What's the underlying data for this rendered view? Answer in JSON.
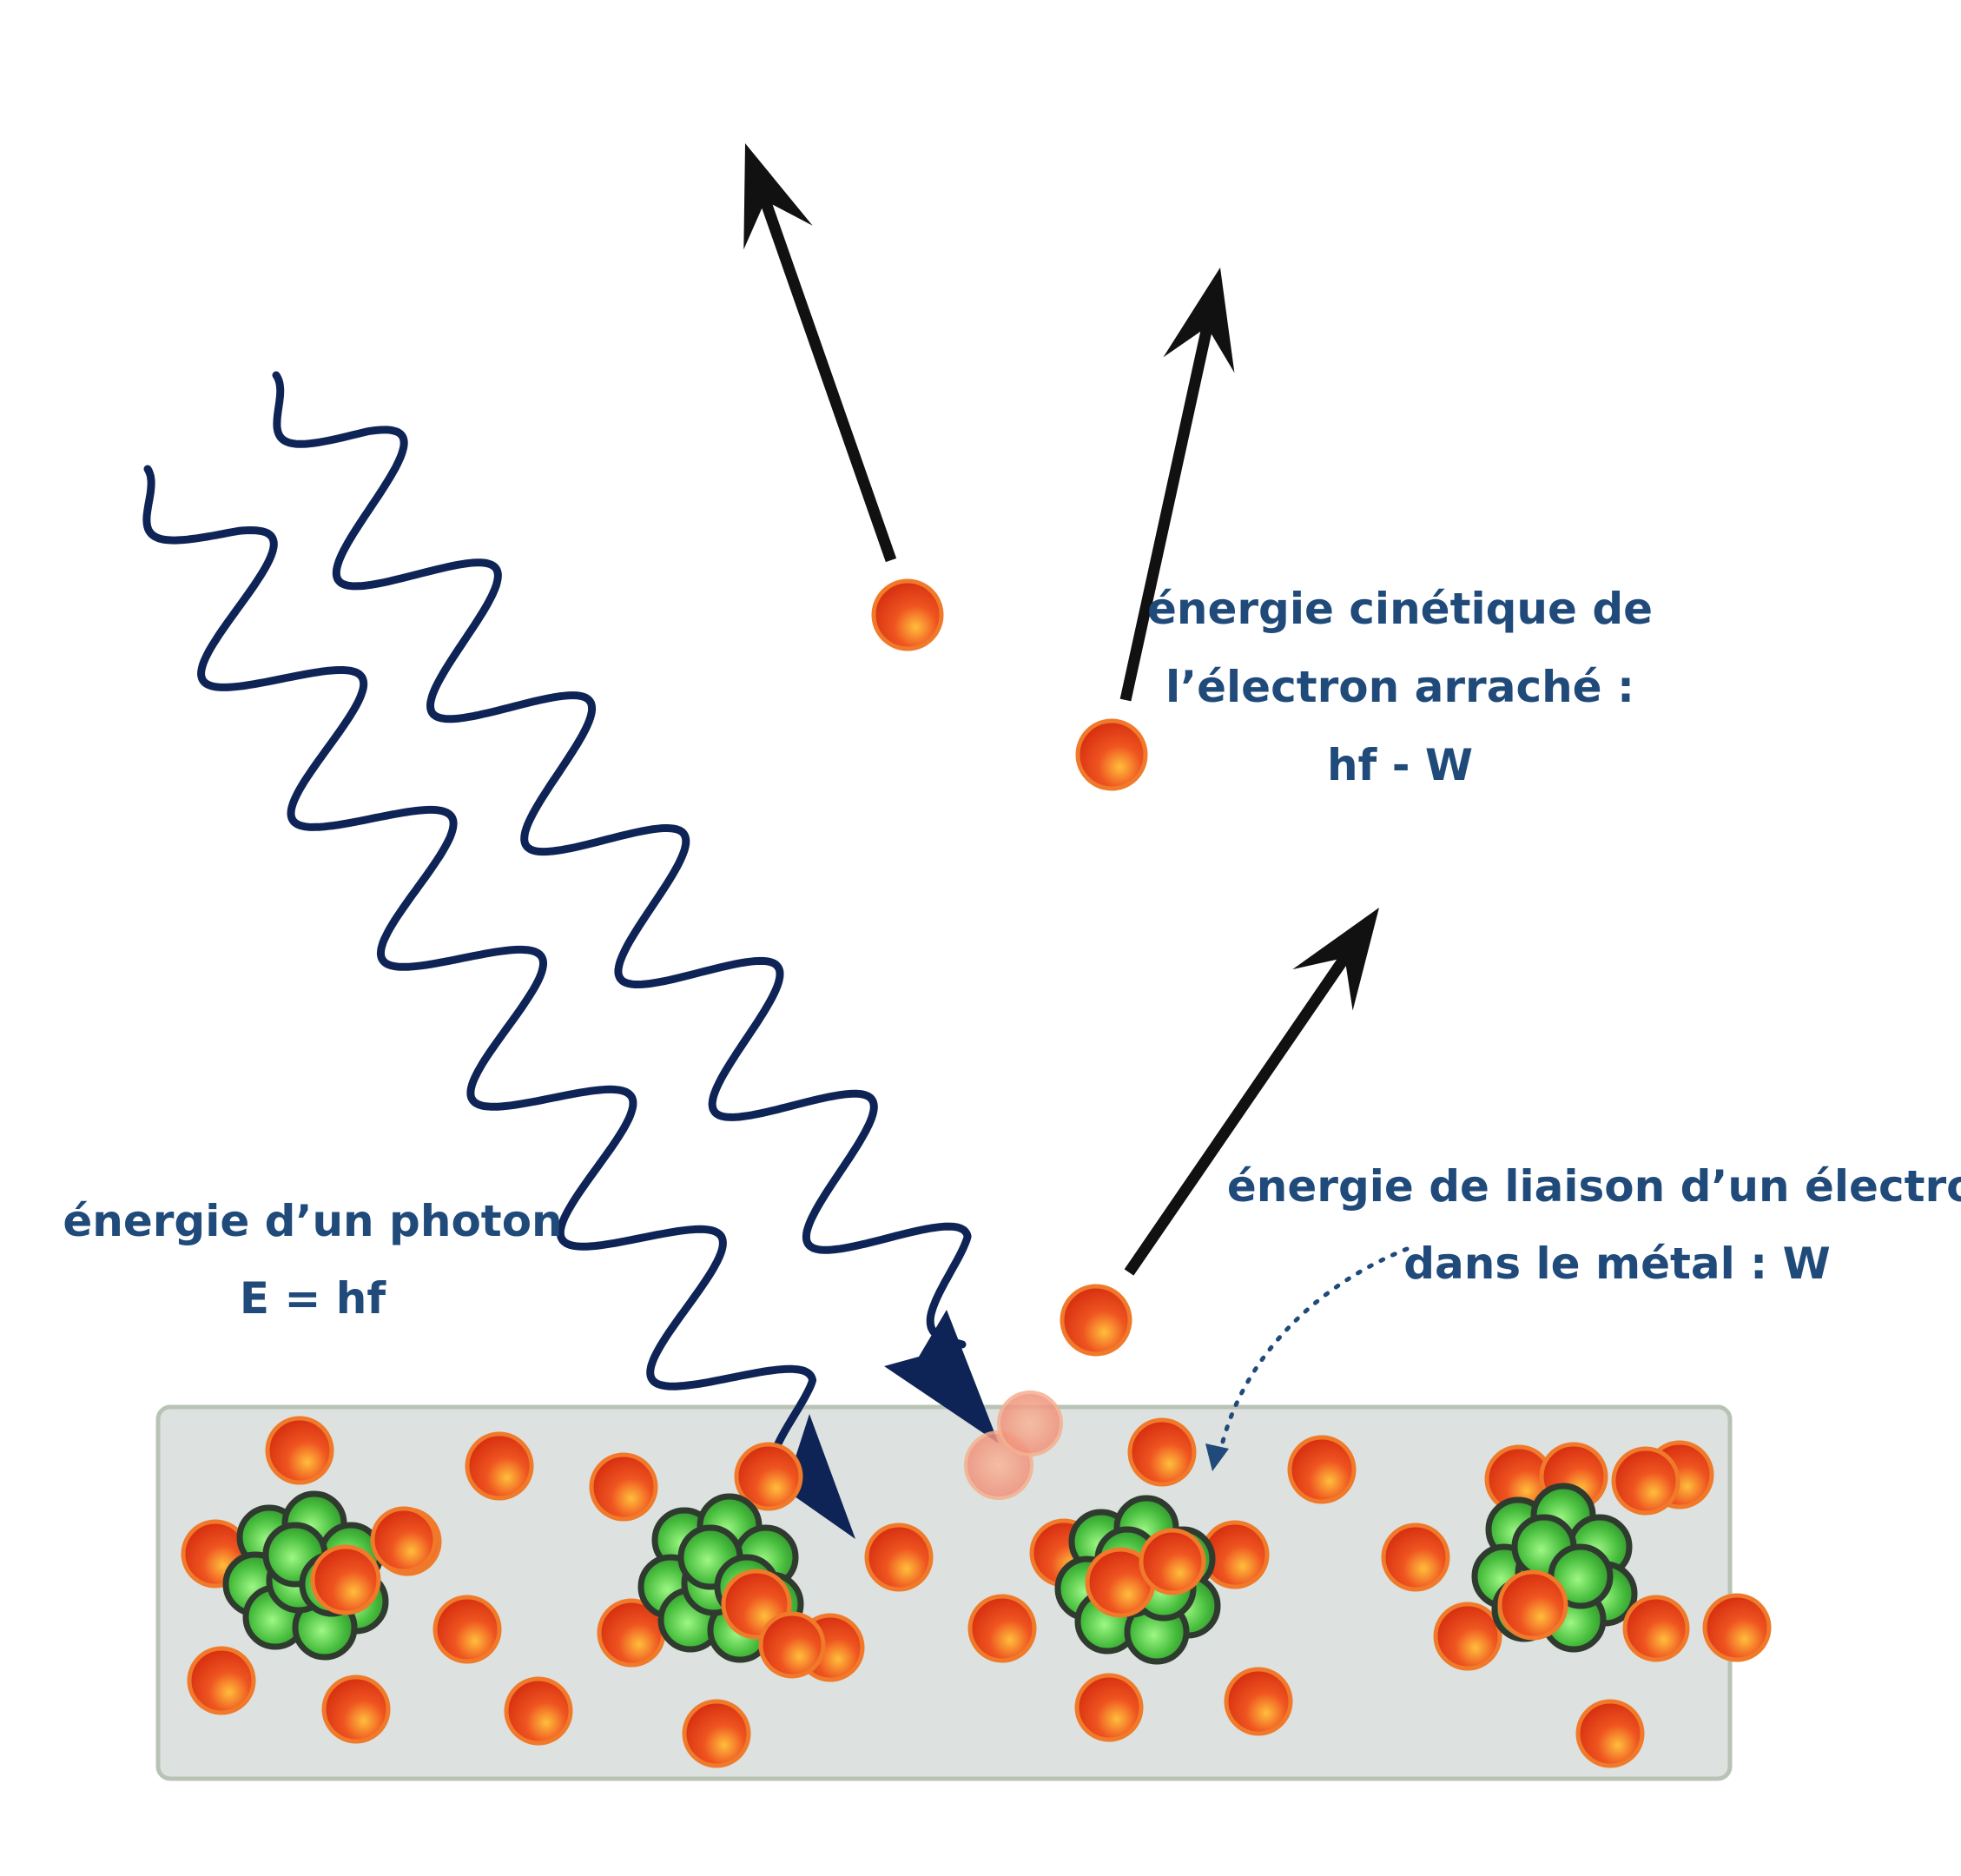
{
  "labels": {
    "photon_line1": "énergie d’un photon",
    "photon_line2": "E = hf",
    "kinetic_line1": "énergie cinétique de",
    "kinetic_line2": "l’électron arraché :",
    "kinetic_line3": "hf - W",
    "binding_line1": "énergie de liaison d’un électron",
    "binding_line2": "dans le métal : W"
  },
  "colors": {
    "label": "#1f4a7a",
    "wave": "#0f2456",
    "arrow": "#111111",
    "metal_fill": "#dde1df",
    "metal_stroke": "#b9c3b5",
    "electron": "#e33a12",
    "electron_glow": "#ffbe3c",
    "nucleon": "#35a63a",
    "nucleon_light": "#8ff07a"
  },
  "icons": [
    "photon-wave-icon",
    "electron-icon",
    "nucleus-icon",
    "trajectory-arrow-icon"
  ]
}
